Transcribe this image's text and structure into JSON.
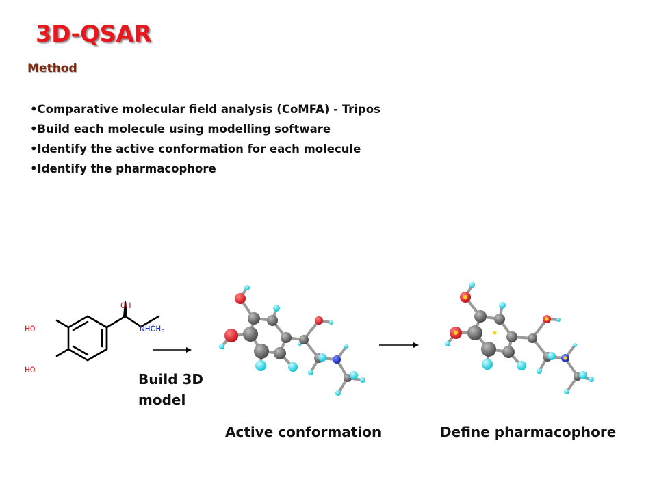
{
  "slide": {
    "title": "3D-QSAR",
    "subtitle": "Method",
    "bullets": [
      "Comparative molecular field analysis (CoMFA) - Tripos",
      "Build each molecule using modelling software",
      "Identify the active conformation for each molecule",
      "Identify the pharmacophore"
    ],
    "bullet_symbol": "•"
  },
  "figure": {
    "structure_labels": {
      "oh_top": "OH",
      "ho_upper": "HO",
      "ho_lower": "HO",
      "nhch3": "NHCH",
      "sub3": "3"
    },
    "build_caption_line1": "Build 3D",
    "build_caption_line2": "model",
    "active_caption": "Active conformation",
    "pharm_caption": "Define pharmacophore"
  },
  "colors": {
    "title": "#e8171e",
    "subtitle": "#7a2a12",
    "oxygen_atom": "#e8171e",
    "nitrogen_atom": "#1a2fd6",
    "hydrogen_atom": "#19d8e8",
    "carbon_atom": "#5a5a5a",
    "pharmacophore_marker": "#ffd21a"
  }
}
